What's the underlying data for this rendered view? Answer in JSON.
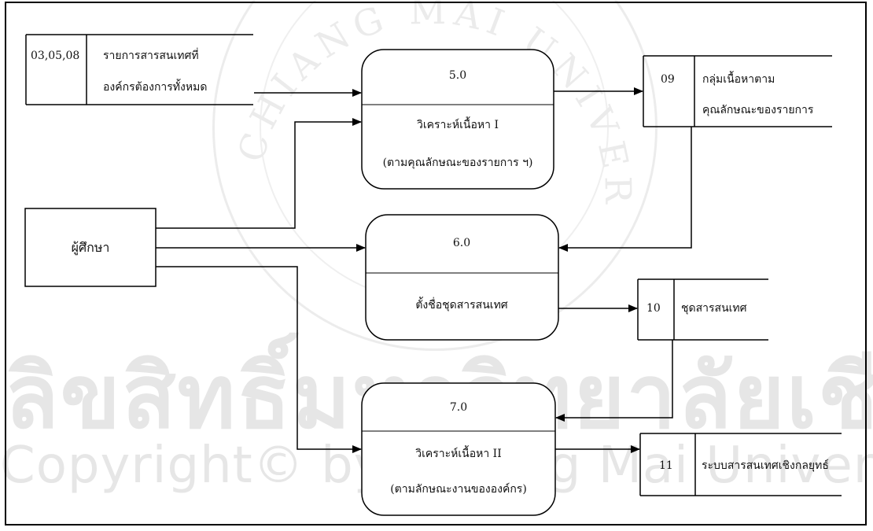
{
  "watermark": {
    "thai_text": "ลิขสิทธิ์มหาวิทยาลัยเชียงใหม่",
    "copyright_text": "Copyright© by Chiang Mai University",
    "seal_arc_text": "CHIANG MAI UNIVERSITY"
  },
  "diagram": {
    "external_entity": {
      "label": "ผู้ศึกษา"
    },
    "processes": [
      {
        "id": "5.0",
        "name": "วิเคราะห์เนื้อหา I",
        "detail": "(ตามคุณลักษณะของรายการ ฯ)"
      },
      {
        "id": "6.0",
        "name": "ตั้งชื่อชุดสารสนเทศ",
        "detail": ""
      },
      {
        "id": "7.0",
        "name": "วิเคราะห์เนื้อหา II",
        "detail": "(ตามลักษณะงานขององค์กร)"
      }
    ],
    "data_stores": [
      {
        "id": "03,05,08",
        "line1": "รายการสารสนเทศที่",
        "line2": "องค์กรต้องการทั้งหมด"
      },
      {
        "id": "09",
        "line1": "กลุ่มเนื้อหาตาม",
        "line2": "คุณลักษณะของรายการ"
      },
      {
        "id": "10",
        "line1": "ชุดสารสนเทศ",
        "line2": ""
      },
      {
        "id": "11",
        "line1": "ระบบสารสนเทศเชิงกลยุทธ์",
        "line2": ""
      }
    ]
  }
}
